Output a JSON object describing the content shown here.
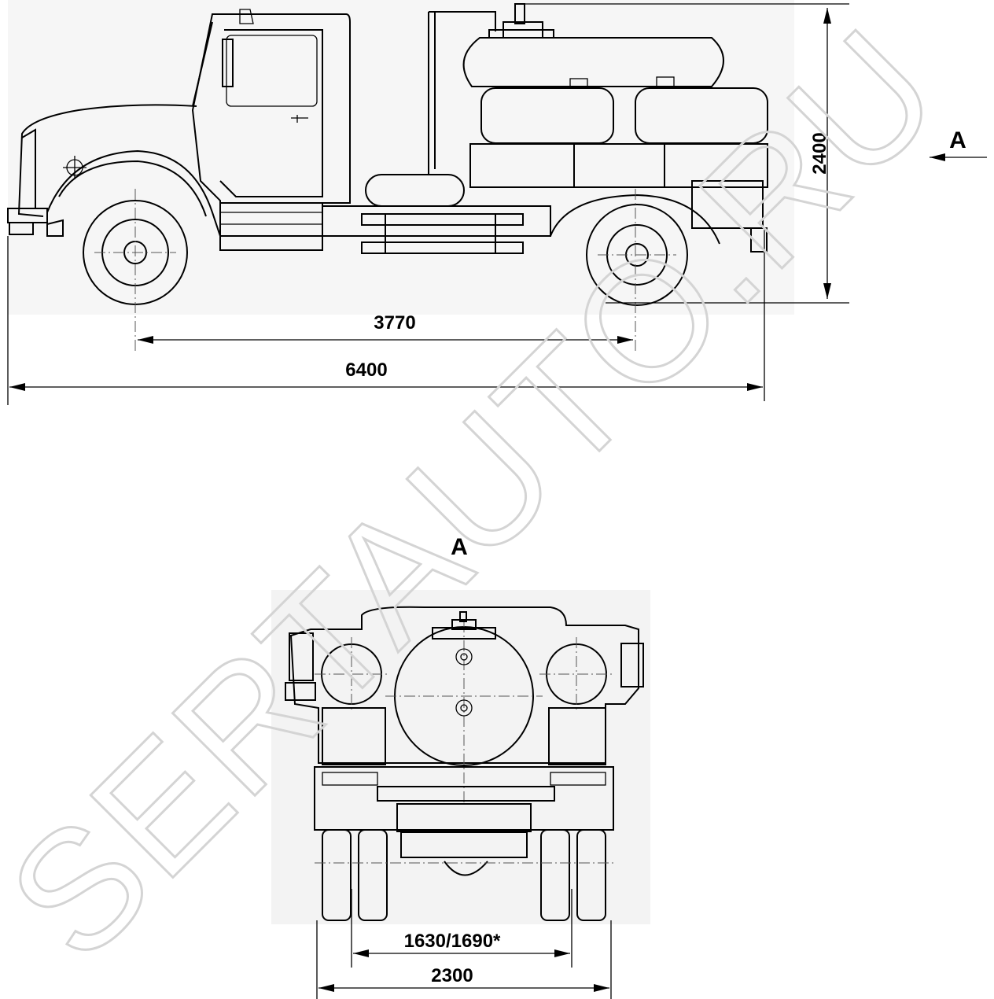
{
  "watermark": "SERTAUTO.RU",
  "side_view": {
    "view_marker": "A",
    "dimensions": {
      "height": "2400",
      "wheelbase": "3770",
      "overall_length": "6400"
    }
  },
  "rear_view": {
    "title": "A",
    "dimensions": {
      "track": "1630/1690*",
      "overall_width": "2300"
    }
  },
  "colors": {
    "line": "#000000",
    "watermark": "#d4d4d4",
    "background": "#ffffff"
  },
  "icons": [
    "arrow-icon"
  ]
}
